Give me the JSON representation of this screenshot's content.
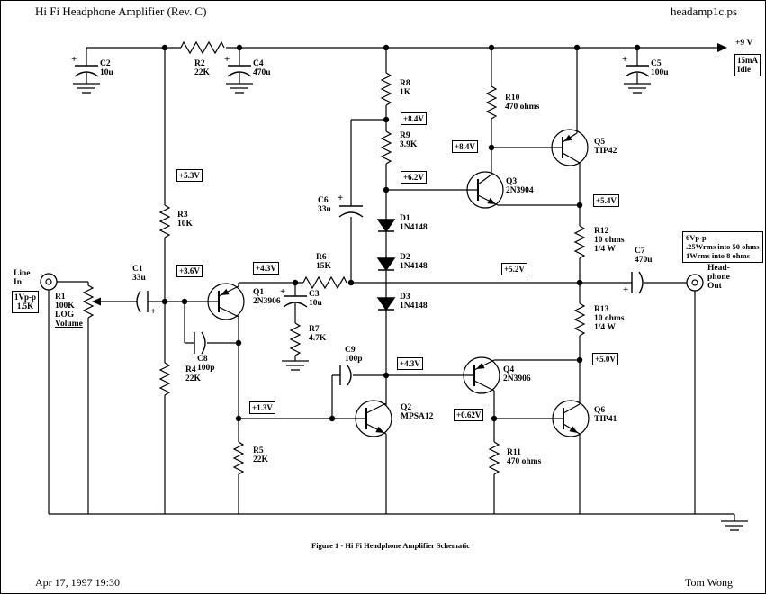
{
  "header": {
    "title": "Hi Fi Headphone Amplifier (Rev. C)",
    "filename": "headamp1c.ps"
  },
  "footer": {
    "date": "Apr 17, 1997 19:30",
    "author": "Tom Wong"
  },
  "caption": "Figure 1 -  Hi Fi Headphone Amplifier Schematic",
  "power": {
    "rail": "+9 V",
    "idle1": "15mA",
    "idle2": "Idle"
  },
  "input": {
    "jack1": "Line",
    "jack2": "In",
    "src1": "1Vp-p",
    "src2": "1.5K"
  },
  "output": {
    "spec1": "6Vp-p",
    "spec2": ".25Wrms into 50 ohms",
    "spec3": "1Wrms into 8 ohms",
    "jack1": "Head-",
    "jack2": "phone",
    "jack3": "Out"
  },
  "plus": "+",
  "voltages": {
    "v53": "+5.3V",
    "v36": "+3.6V",
    "v43a": "+4.3V",
    "v43b": "+4.3V",
    "v84a": "+8.4V",
    "v84b": "+8.4V",
    "v62": "+6.2V",
    "v54": "+5.4V",
    "v52": "+5.2V",
    "v50": "+5.0V",
    "v062": "+0.62V",
    "v13": "+1.3V"
  },
  "c": {
    "R1": [
      "R1",
      "100K",
      "LOG",
      "Volume"
    ],
    "R2": [
      "R2",
      "22K"
    ],
    "R3": [
      "R3",
      "10K"
    ],
    "R4": [
      "R4",
      "22K"
    ],
    "R5": [
      "R5",
      "22K"
    ],
    "R6": [
      "R6",
      "15K"
    ],
    "R7": [
      "R7",
      "4.7K"
    ],
    "R8": [
      "R8",
      "1K"
    ],
    "R9": [
      "R9",
      "3.9K"
    ],
    "R10": [
      "R10",
      "470 ohms"
    ],
    "R11": [
      "R11",
      "470 ohms"
    ],
    "R12": [
      "R12",
      "10 ohms",
      "1/4 W"
    ],
    "R13": [
      "R13",
      "10 ohms",
      "1/4 W"
    ],
    "C1": [
      "C1",
      "33u"
    ],
    "C2": [
      "C2",
      "10u"
    ],
    "C3": [
      "C3",
      "10u"
    ],
    "C4": [
      "C4",
      "470u"
    ],
    "C5": [
      "C5",
      "100u"
    ],
    "C6": [
      "C6",
      "33u"
    ],
    "C7": [
      "C7",
      "470u"
    ],
    "C8": [
      "C8",
      "100p"
    ],
    "C9": [
      "C9",
      "100p"
    ],
    "D1": [
      "D1",
      "1N4148"
    ],
    "D2": [
      "D2",
      "1N4148"
    ],
    "D3": [
      "D3",
      "1N4148"
    ],
    "Q1": [
      "Q1",
      "2N3906"
    ],
    "Q2": [
      "Q2",
      "MPSA12"
    ],
    "Q3": [
      "Q3",
      "2N3904"
    ],
    "Q4": [
      "Q4",
      "2N3906"
    ],
    "Q5": [
      "Q5",
      "TIP42"
    ],
    "Q6": [
      "Q6",
      "TIP41"
    ]
  }
}
